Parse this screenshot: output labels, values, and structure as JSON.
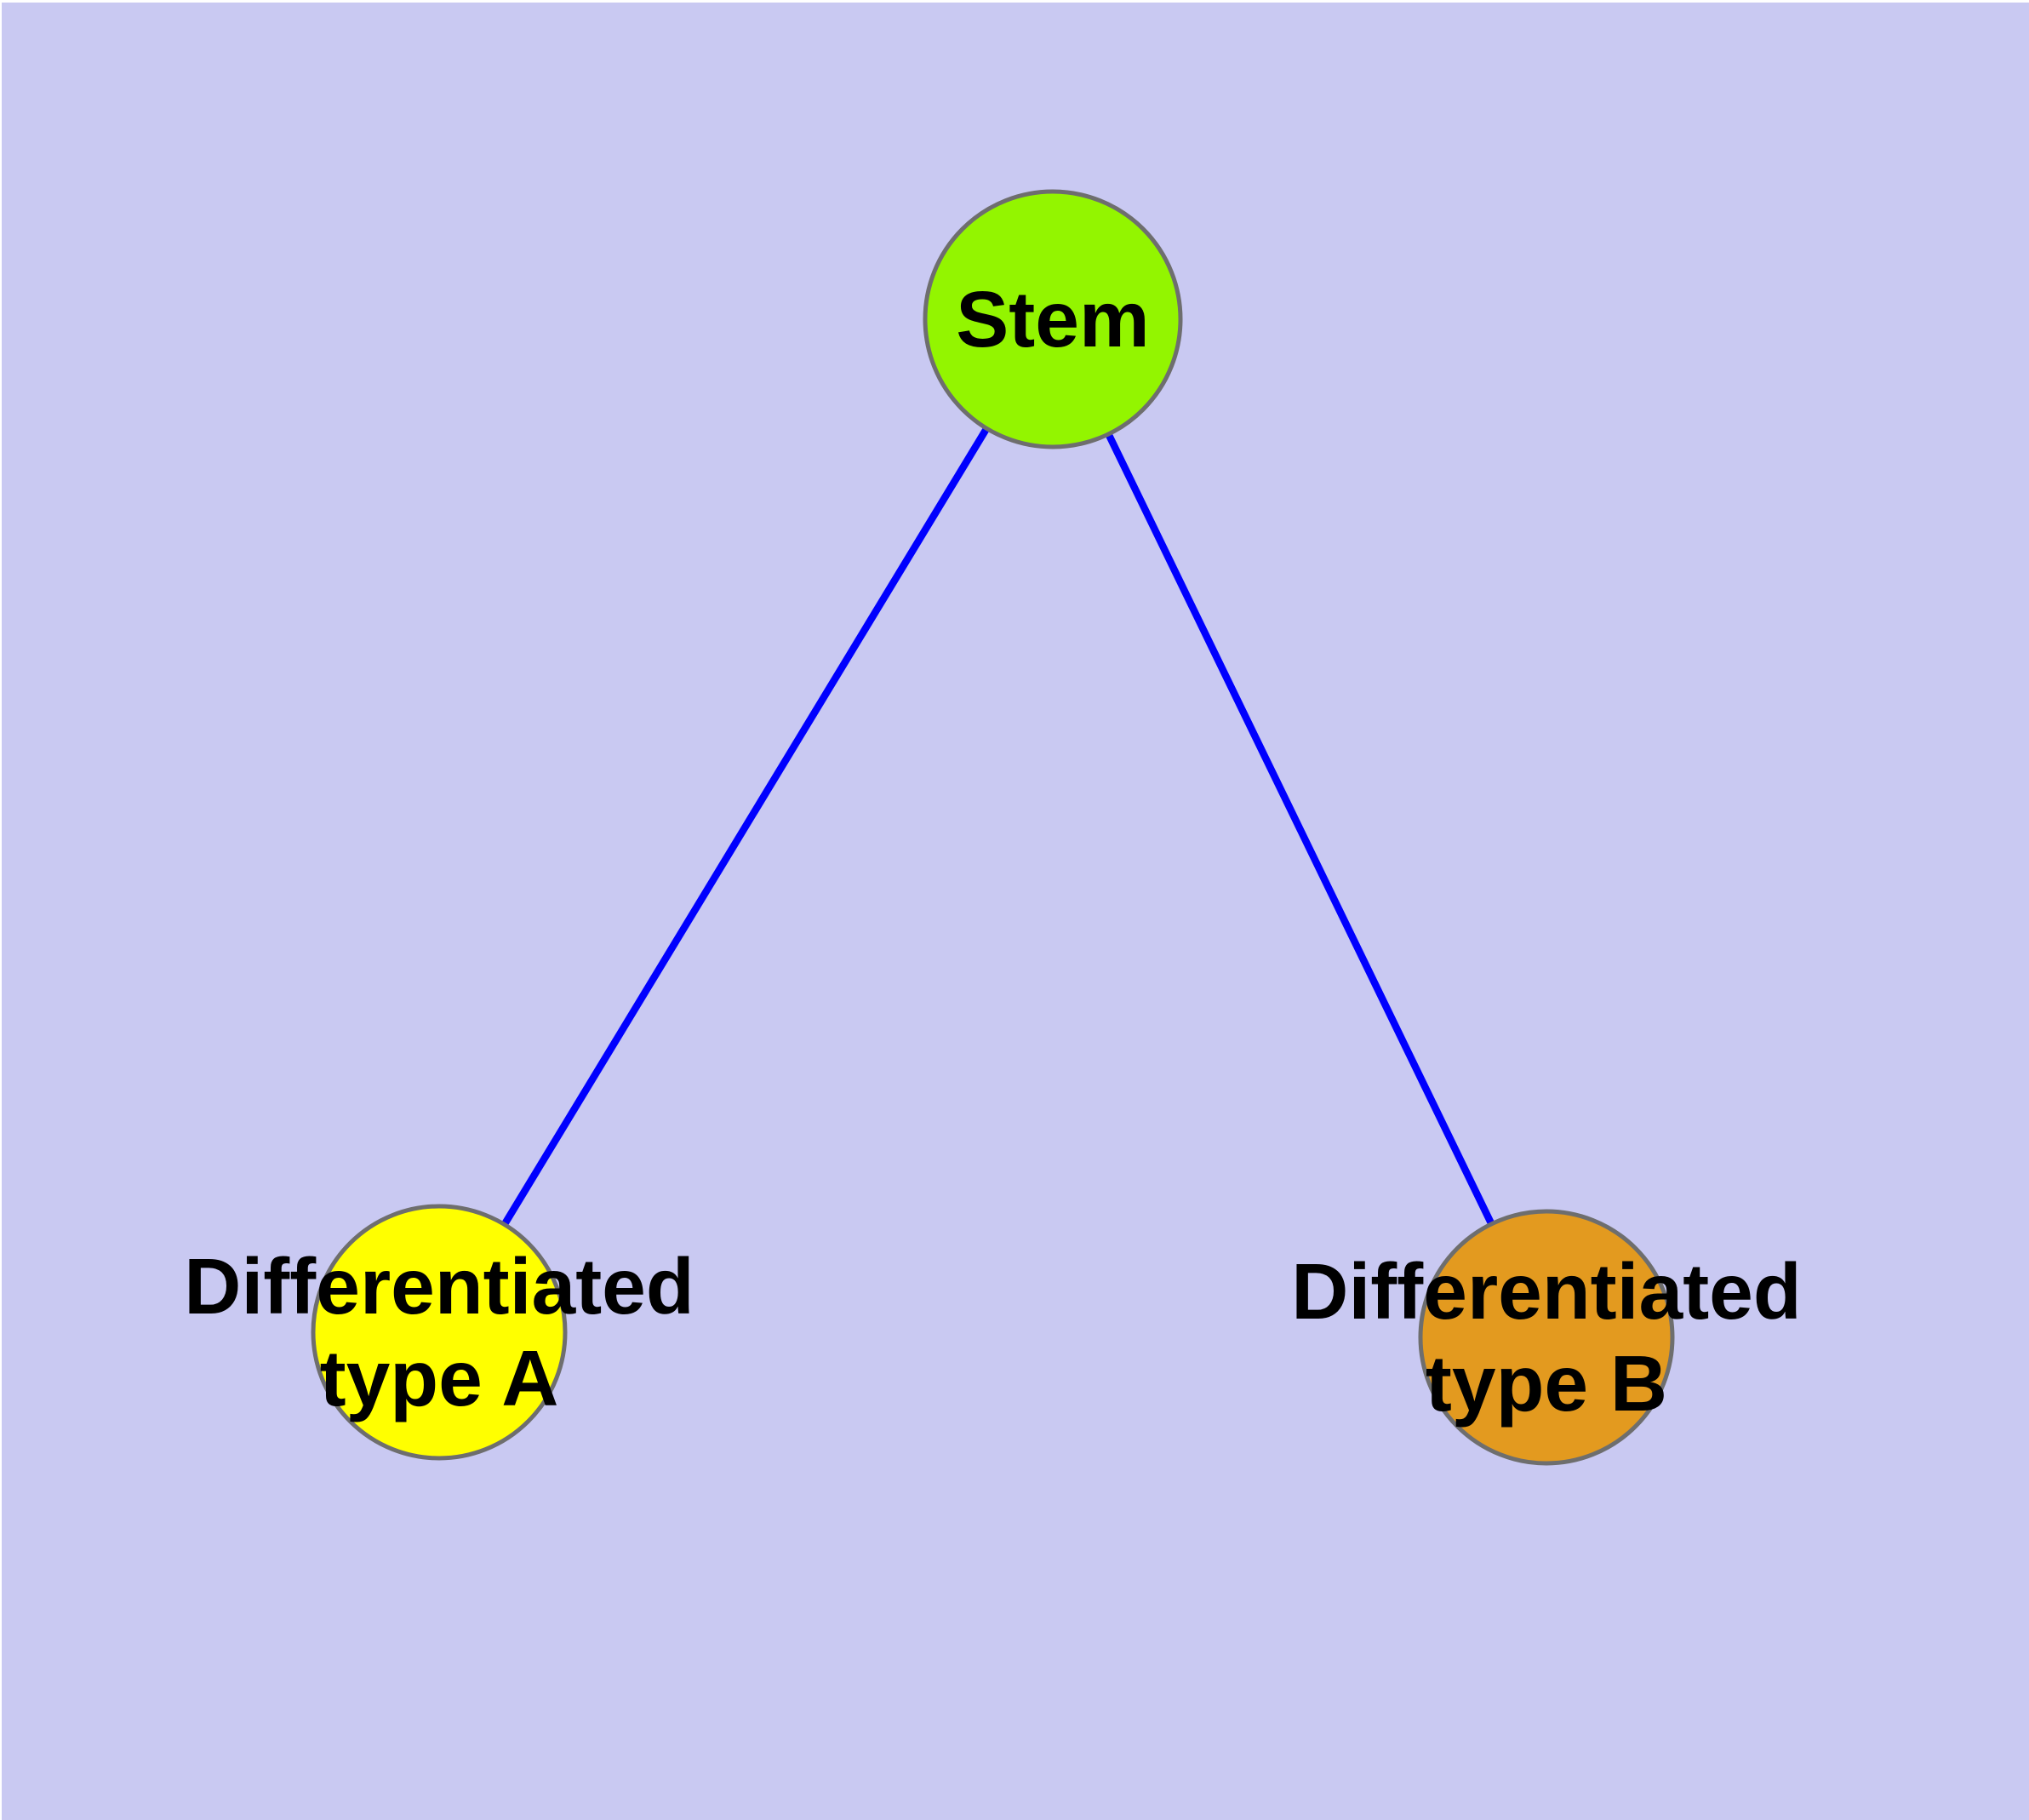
{
  "figure": {
    "background_color": "#C9C9F2",
    "margin_color": "#FFFFFF"
  },
  "graph": {
    "background_color": "#C9C9F2",
    "edge_color": "#0000FE",
    "node_border_color": "#6E6E6E",
    "label_color": "#000000",
    "nodes": [
      {
        "id": "stem",
        "label": "Stem",
        "label_lines": [
          "Stem"
        ],
        "fill": "#93F500"
      },
      {
        "id": "differentiated-type-a",
        "label": "Differentiated type A",
        "label_lines": [
          "Differentiated",
          "type A"
        ],
        "fill": "#FFFF00"
      },
      {
        "id": "differentiated-type-b",
        "label": "Differentiated type B",
        "label_lines": [
          "Differentiated",
          "type B"
        ],
        "fill": "#E39A1F"
      }
    ],
    "edges": [
      {
        "from": "Stem",
        "to": "Differentiated type A"
      },
      {
        "from": "Stem",
        "to": "Differentiated type B"
      }
    ]
  }
}
